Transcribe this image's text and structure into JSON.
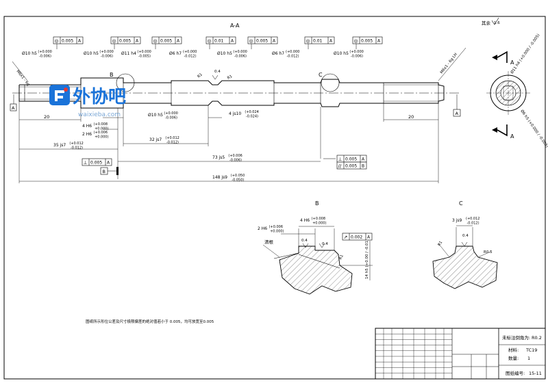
{
  "drawing": {
    "section_label": "A-A",
    "roughness_note": "其余",
    "roughness_value": "1.6",
    "datum_a": "A",
    "datum_b": "B",
    "detail_b_marker": "B",
    "detail_c_marker": "C",
    "thread_left": "M6x1 - 6g",
    "thread_right": "M6x1 - 6g LH",
    "fcf_shaft": [
      {
        "sym": "◎",
        "tol": "0.005",
        "datum": "A"
      },
      {
        "sym": "◎",
        "tol": "0.005",
        "datum": "A"
      },
      {
        "sym": "◎",
        "tol": "0.005",
        "datum": "A"
      },
      {
        "sym": "◎",
        "tol": "0.01",
        "datum": "A"
      },
      {
        "sym": "◎",
        "tol": "0.005",
        "datum": "A"
      },
      {
        "sym": "◎",
        "tol": "0.01",
        "datum": "A"
      },
      {
        "sym": "◎",
        "tol": "0.005",
        "datum": "A"
      }
    ],
    "fit_labels_top": [
      {
        "nominal": "Ø10 h5",
        "upper": "+0.000",
        "lower": "-0.006"
      },
      {
        "nominal": "Ø10 h5",
        "upper": "+0.000",
        "lower": "-0.006"
      },
      {
        "nominal": "Ø11 h4",
        "upper": "+0.000",
        "lower": "-0.005"
      },
      {
        "nominal": "Ø6 h7",
        "upper": "+0.000",
        "lower": "-0.012"
      },
      {
        "nominal": "Ø10 h5",
        "upper": "+0.000",
        "lower": "-0.006"
      },
      {
        "nominal": "Ø6 h7",
        "upper": "+0.000",
        "lower": "-0.012"
      },
      {
        "nominal": "Ø10 h5",
        "upper": "+0.000",
        "lower": "-0.006"
      }
    ],
    "dims_bottom": {
      "d20_left": "20",
      "d20_right": "20",
      "d2h6": {
        "nominal": "2 H6",
        "upper": "+0.006",
        "lower": "+0.000"
      },
      "d4h6": {
        "nominal": "4 H6",
        "upper": "+0.008",
        "lower": "+0.000"
      },
      "dia10h5": {
        "nominal": "Ø10 h5",
        "upper": "+0.000",
        "lower": "-0.006"
      },
      "d4js10": {
        "nominal": "4 js10",
        "upper": "+0.024",
        "lower": "-0.024"
      },
      "d32js7": {
        "nominal": "32 js7",
        "upper": "+0.012",
        "lower": "-0.012"
      },
      "d35js7": {
        "nominal": "35 js7",
        "upper": "+0.012",
        "lower": "-0.012"
      },
      "d73js5": {
        "nominal": "73 js5",
        "upper": "+0.006",
        "lower": "-0.006"
      },
      "d148js9": {
        "nominal": "148 js9",
        "upper": "+0.050",
        "lower": "-0.050"
      }
    },
    "fcf_perp": {
      "sym": "⊥",
      "tol": "0.005",
      "datum": "A"
    },
    "fcf_stack": [
      {
        "sym": "⊥",
        "tol": "0.005",
        "datum": "A"
      },
      {
        "sym": "//",
        "tol": "0.005",
        "datum": "B"
      }
    ],
    "radius_r1": "R1",
    "flat_04": "0.4",
    "section_view": {
      "dia11h4": "Ø11 h4 (+0.000 / -0.005)",
      "dia6h5": "Ø6 h5 (+0.000 / -0.005)"
    },
    "detail_b": {
      "title": "B",
      "note_qinggen": "清根",
      "d4h6": {
        "nominal": "4 H6",
        "upper": "+0.008",
        "lower": "+0.000"
      },
      "d2h6": {
        "nominal": "2 H6",
        "upper": "+0.006",
        "lower": "+0.000"
      },
      "flat1": "0.4",
      "flat2": "0.4",
      "fcf": {
        "sym": "↗",
        "tol": "0.002",
        "datum": "A"
      },
      "radius": "R1",
      "dim_vert": "14 h5 (+0.00 / -0.01)"
    },
    "detail_c": {
      "title": "C",
      "d3js9": {
        "nominal": "3 js9",
        "upper": "+0.012",
        "lower": "-0.012"
      },
      "flat": "0.4",
      "r1": "R1",
      "r05": "R0.5"
    },
    "note": "图纸所示形位公差及尺寸极限偏差的绝对值若小于 0.005，均可放宽至0.005",
    "watermark": {
      "brand": "外协吧",
      "url": "waixieba.com"
    }
  },
  "title_block": {
    "unmarked_chamfer": "未标注倒角为:",
    "chamfer_value": "R0.2",
    "material_label": "材料:",
    "material_value": "TC19",
    "qty_label": "数量:",
    "qty_value": "1",
    "drawing_no_label": "图纸编号:",
    "drawing_no_value": "15-11"
  }
}
